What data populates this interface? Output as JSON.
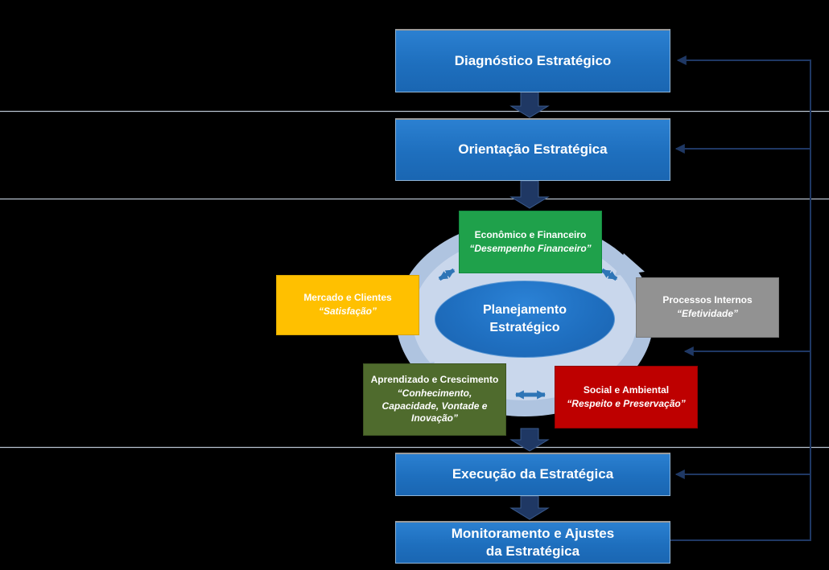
{
  "diagram_title": "Strategic planning cycle diagram",
  "colors": {
    "background": "#000000",
    "flow_box_blue": "#1E6FBE",
    "down_arrow_navy": "#1F3864",
    "feedback_line_navy": "#1F3864",
    "cycle_ring_blue": "#C9D7EC",
    "connector_blue": "#2E75B6",
    "divider_line": "#CDD9E7",
    "economico_green": "#1FA14B",
    "mercado_gold": "#FFC000",
    "processos_gray": "#929292",
    "aprendizado_olive": "#4F6B2D",
    "social_red": "#BE0000",
    "center_ellipse_blue": "#1F6FC0",
    "text_white": "#FFFFFF"
  },
  "flow": {
    "diagnostico": "Diagnóstico Estratégico",
    "orientacao": "Orientação Estratégica",
    "execucao": "Execução da Estratégica",
    "monitoramento_line1": "Monitoramento e Ajustes",
    "monitoramento_line2": "da Estratégica"
  },
  "cluster": {
    "center_line1": "Planejamento",
    "center_line2": "Estratégico",
    "perspectives": [
      {
        "title": "Econômico e Financeiro",
        "quote": "“Desempenho Financeiro”"
      },
      {
        "title": "Mercado e Clientes",
        "quote": "“Satisfação”"
      },
      {
        "title": "Processos Internos",
        "quote": "“Efetividade”"
      },
      {
        "title": "Aprendizado e Crescimento",
        "quote": "“Conhecimento, Capacidade, Vontade e Inovação”"
      },
      {
        "title": "Social e Ambiental",
        "quote": "“Respeito e Preservação”"
      }
    ]
  }
}
